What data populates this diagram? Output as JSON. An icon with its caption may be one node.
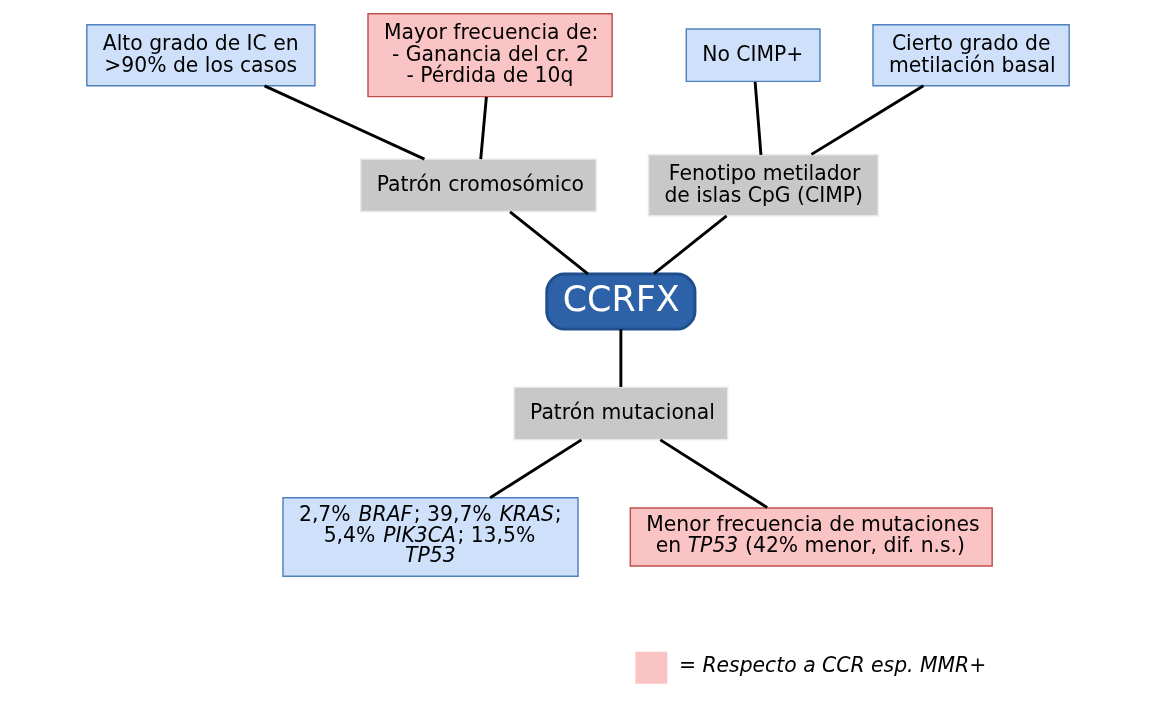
{
  "diagram": {
    "nodes": [
      {
        "text": [
          "Alto grado de IC en >90% de los casos"
        ]
      },
      {
        "text": [
          "Mayor frecuencia de:",
          "- Ganancia del cr. 2",
          "- Pérdida de 10q"
        ]
      },
      {
        "text": [
          "No CIMP+"
        ]
      },
      {
        "text": [
          "Cierto grado de metilación basal"
        ]
      },
      {
        "text": [
          "Patrón cromosómico"
        ]
      },
      {
        "text": [
          "Fenotipo metilador de islas CpG (CIMP)"
        ]
      },
      {
        "text": [
          "CCRFX"
        ]
      },
      {
        "text": [
          "Patrón mutacional"
        ]
      },
      {
        "text": [
          "2,7% *BRAF*; 39,7% *KRAS*; 5,4% *PIK3CA*; 13,5% *TP53*"
        ]
      },
      {
        "text": [
          "Menor frecuencia de mutaciones en *TP53* (42% menor, dif. n.s.)"
        ]
      }
    ],
    "edges": [
      {
        "from": 0,
        "to": 4,
        "arrow": "none"
      },
      {
        "from": 1,
        "to": 4,
        "arrow": "none"
      },
      {
        "from": 2,
        "to": 5,
        "arrow": "none"
      },
      {
        "from": 3,
        "to": 5,
        "arrow": "none"
      },
      {
        "from": 4,
        "to": 6,
        "arrow": "none"
      },
      {
        "from": 5,
        "to": 6,
        "arrow": "none"
      },
      {
        "from": 6,
        "to": 7,
        "arrow": "none"
      },
      {
        "from": 7,
        "to": 8,
        "arrow": "none"
      },
      {
        "from": 7,
        "to": 9,
        "arrow": "none"
      }
    ],
    "legend": [
      {
        "text": "= Respecto a CCR esp. MMR+",
        "color": "#fbc4c4"
      }
    ]
  }
}
